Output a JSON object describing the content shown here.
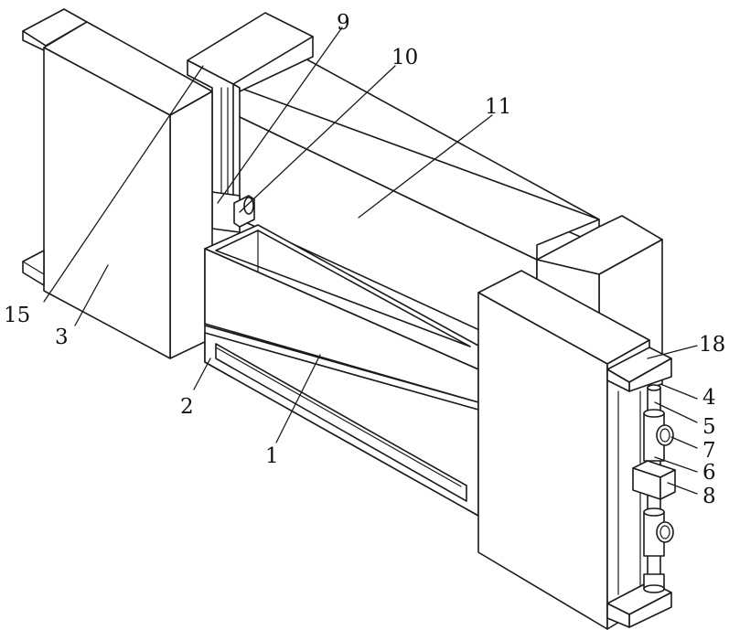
{
  "figure": {
    "labels": {
      "l1": "1",
      "l2": "2",
      "l3": "3",
      "l4": "4",
      "l5": "5",
      "l6": "6",
      "l7": "7",
      "l8": "8",
      "l9": "9",
      "l10": "10",
      "l11": "11",
      "l15": "15",
      "l18": "18"
    },
    "colors": {
      "line": "#1a1a1a",
      "fill": "#ffffff"
    }
  }
}
